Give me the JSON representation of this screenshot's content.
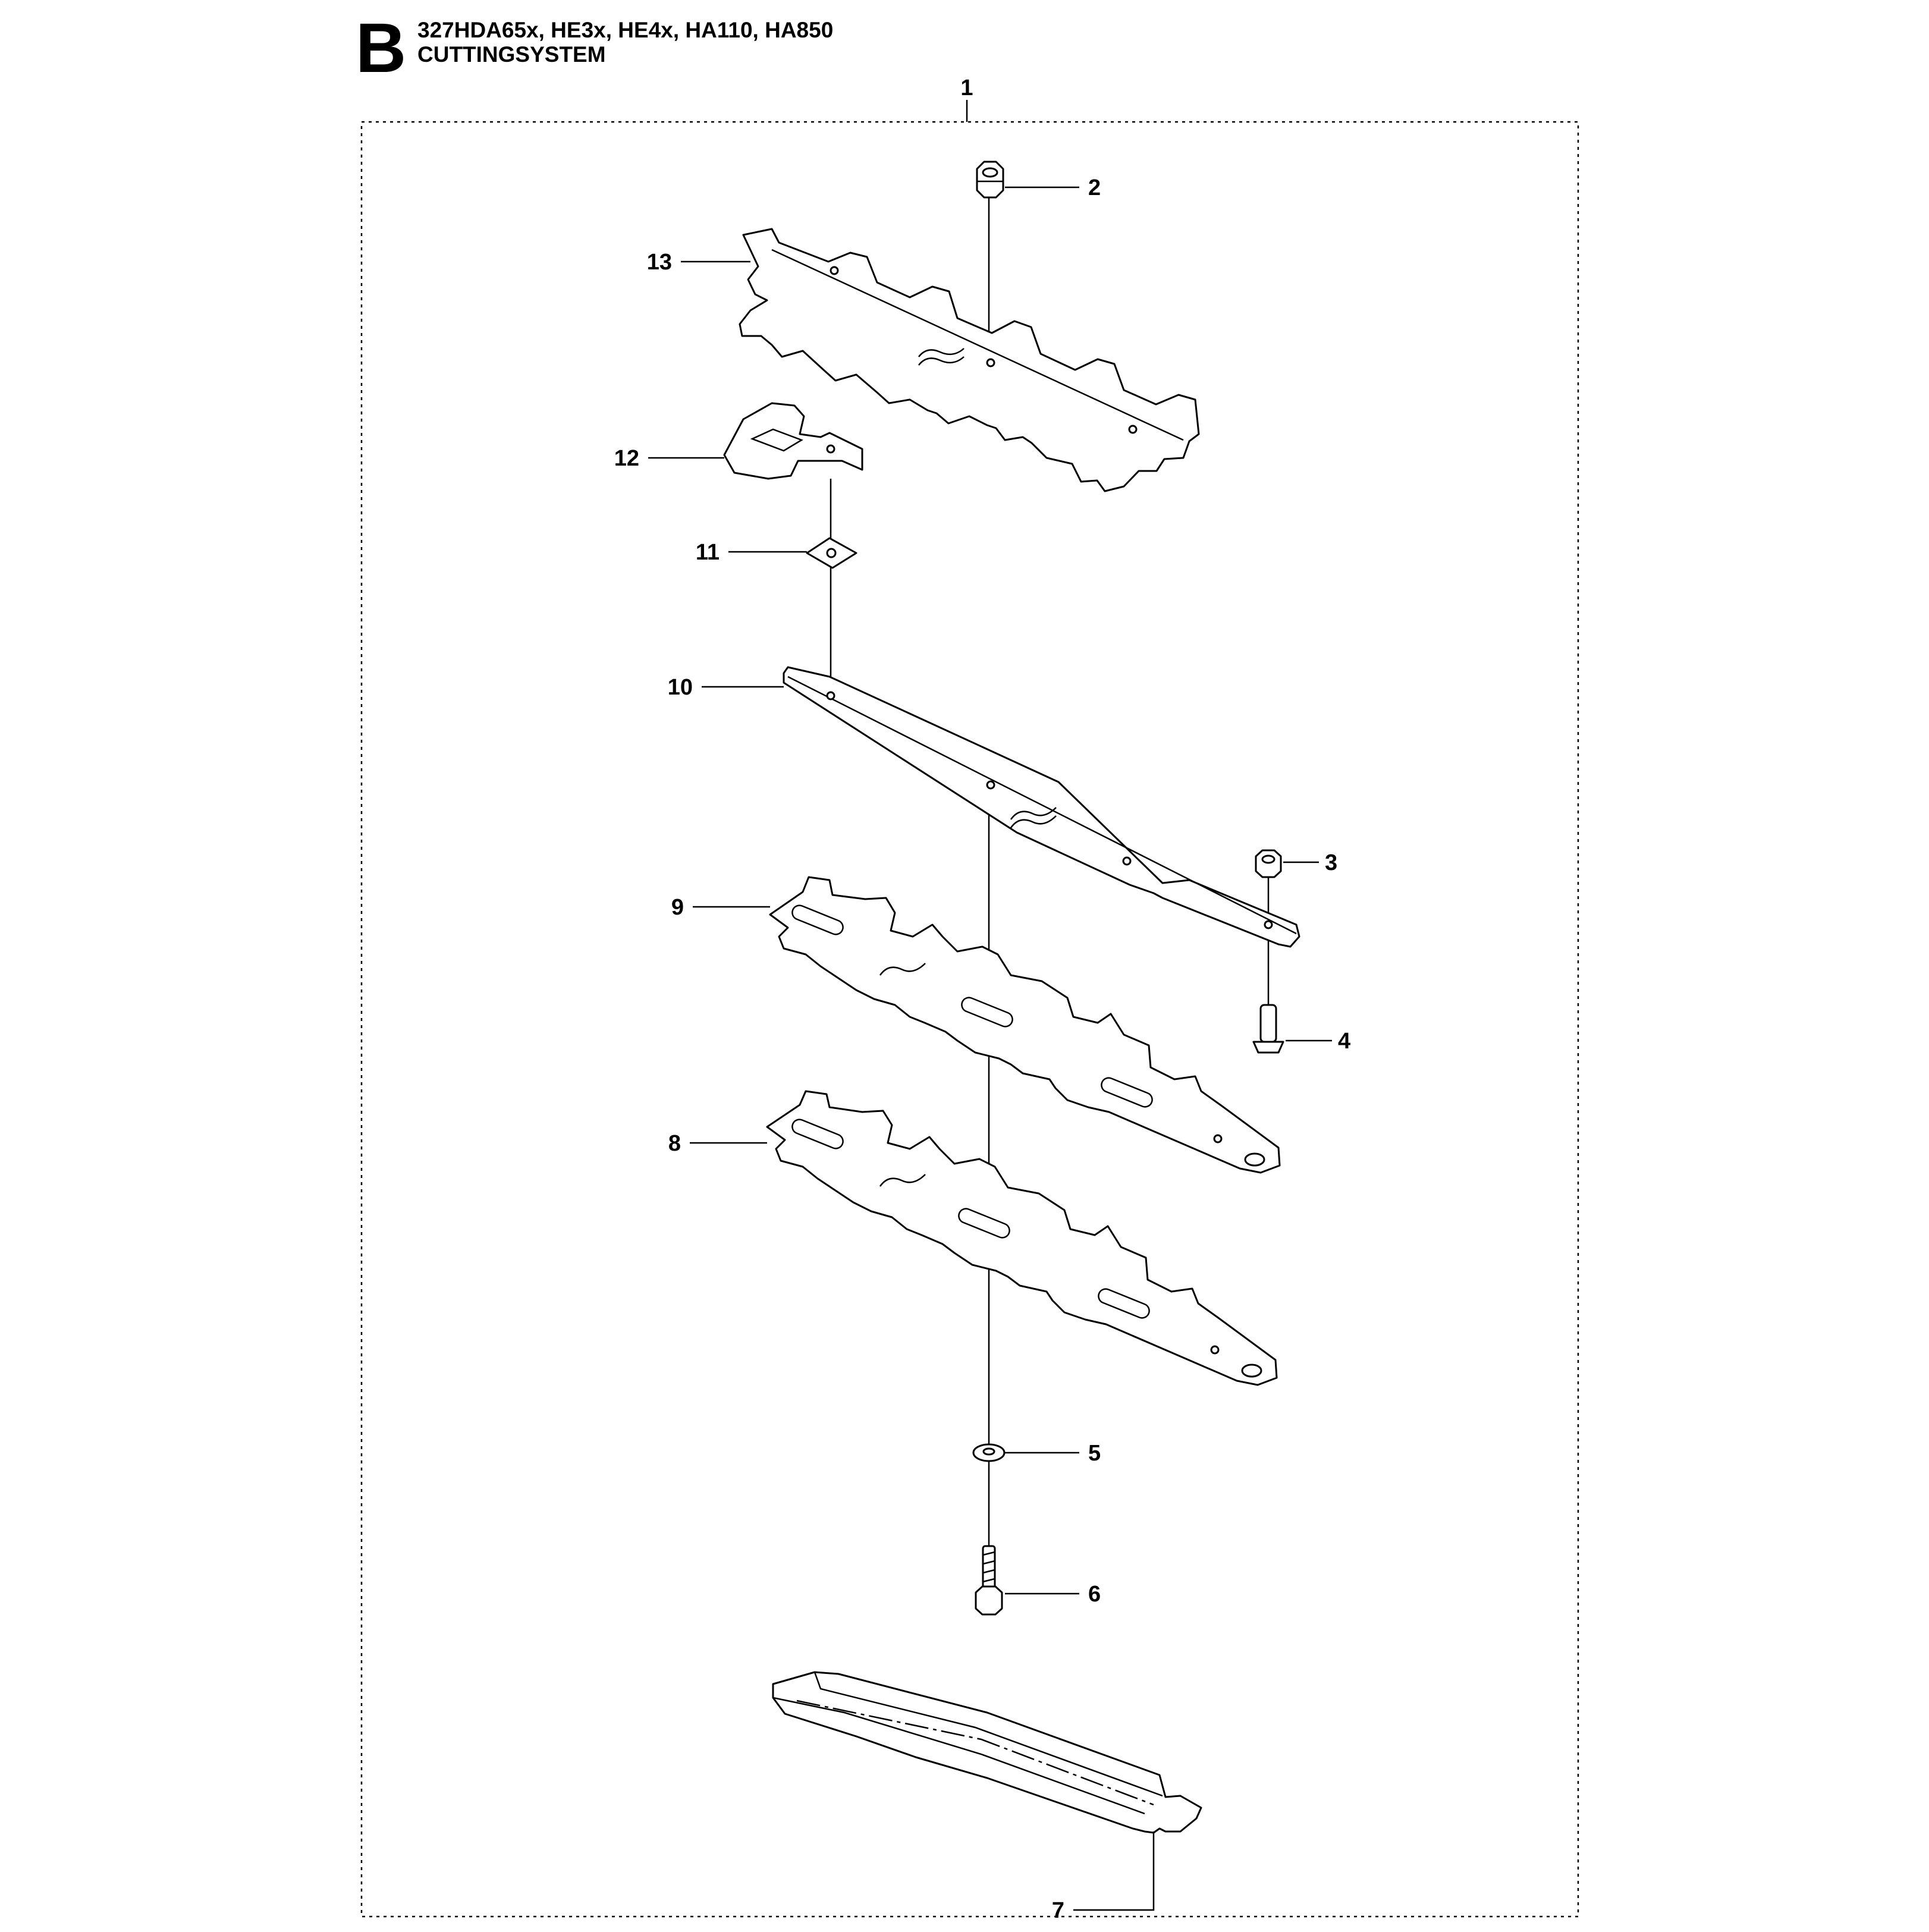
{
  "header": {
    "section_letter": "B",
    "models": "327HDA65x, HE3x, HE4x, HA110, HA850",
    "assembly_title": "CUTTINGSYSTEM"
  },
  "callouts": {
    "c1": "1",
    "c2": "2",
    "c3": "3",
    "c4": "4",
    "c5": "5",
    "c6": "6",
    "c7": "7",
    "c8": "8",
    "c9": "9",
    "c10": "10",
    "c11": "11",
    "c12": "12",
    "c13": "13"
  }
}
